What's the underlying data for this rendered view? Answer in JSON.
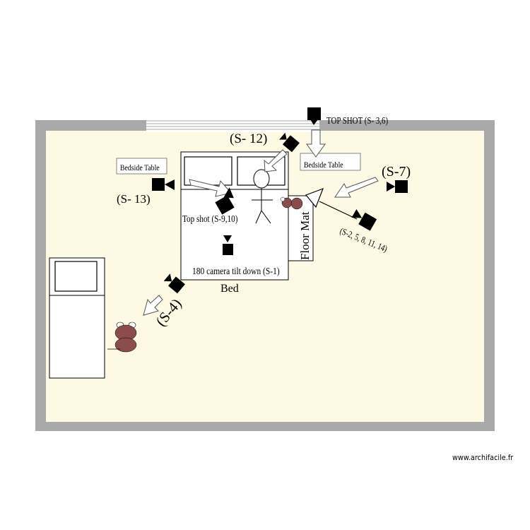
{
  "colors": {
    "wall": "#a9a9a9",
    "floor": "#fdf9e3",
    "furniture": "#ffffff",
    "camera": "#000000",
    "pillow_doll": "#8b4c4c"
  },
  "labels": {
    "top_shot_main": "TOP SHOT (S- 3,6)",
    "s12": "(S- 12)",
    "bedside_left": "Bedside Table",
    "bedside_right": "Bedside Table",
    "s7": "(S-7)",
    "s13": "(S- 13)",
    "top_shot_bed": "Top shot (S-9,10)",
    "multi_shot": "(S-2, 5, 8, 11, 14)",
    "floor_mat": "Floor Mat",
    "camera_tilt": "180 camera tilt down (S-1)",
    "bed": "Bed",
    "s4": "(S-4)"
  },
  "icons": [
    "camera-icon",
    "arrow-icon",
    "stick-figure-icon",
    "doll-icon"
  ],
  "watermark": "www.archifacile.fr"
}
